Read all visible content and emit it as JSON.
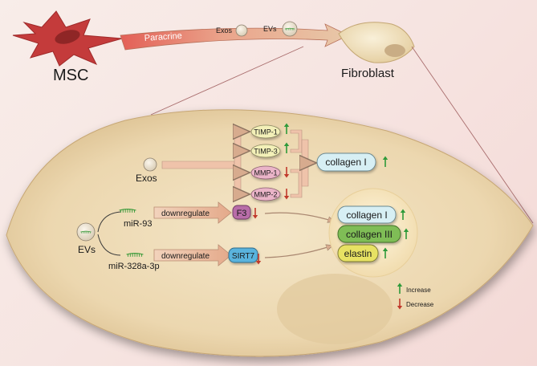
{
  "top": {
    "msc_label": "MSC",
    "paracrine_label": "Paracrine",
    "exos_label": "Exos",
    "evs_label": "EVs",
    "fibroblast_label": "Fibroblast"
  },
  "cell": {
    "exos_label": "Exos",
    "evs_label": "EVs",
    "timp1": "TIMP-1",
    "timp3": "TIMP-3",
    "mmp1": "MMP-1",
    "mmp2": "MMP-2",
    "collagen_exos": "collagen I",
    "mir93": "miR-93",
    "mir328": "miR-328a-3p",
    "downregulate_1": "downregulate",
    "downregulate_2": "downregulate",
    "f3": "F3",
    "sirt7": "SIRT7",
    "outcome_collagen1": "collagen I",
    "outcome_collagen3": "collagen III",
    "outcome_elastin": "elastin"
  },
  "legend": {
    "increase": "Increase",
    "decrease": "Decrease"
  },
  "colors": {
    "up": "#2e9a3a",
    "down": "#c0392b",
    "msc": "#c43b3b",
    "cell_fill": "#efdcb6",
    "arrow": "#e9b89b",
    "timp": "#f3f0b8",
    "mmp": "#eab4c8",
    "collagen": "#d7eff4",
    "collagen3": "#7fbd56",
    "elastin": "#e7e263",
    "f3": "#b86da8",
    "sirt7": "#5ab3dd"
  }
}
